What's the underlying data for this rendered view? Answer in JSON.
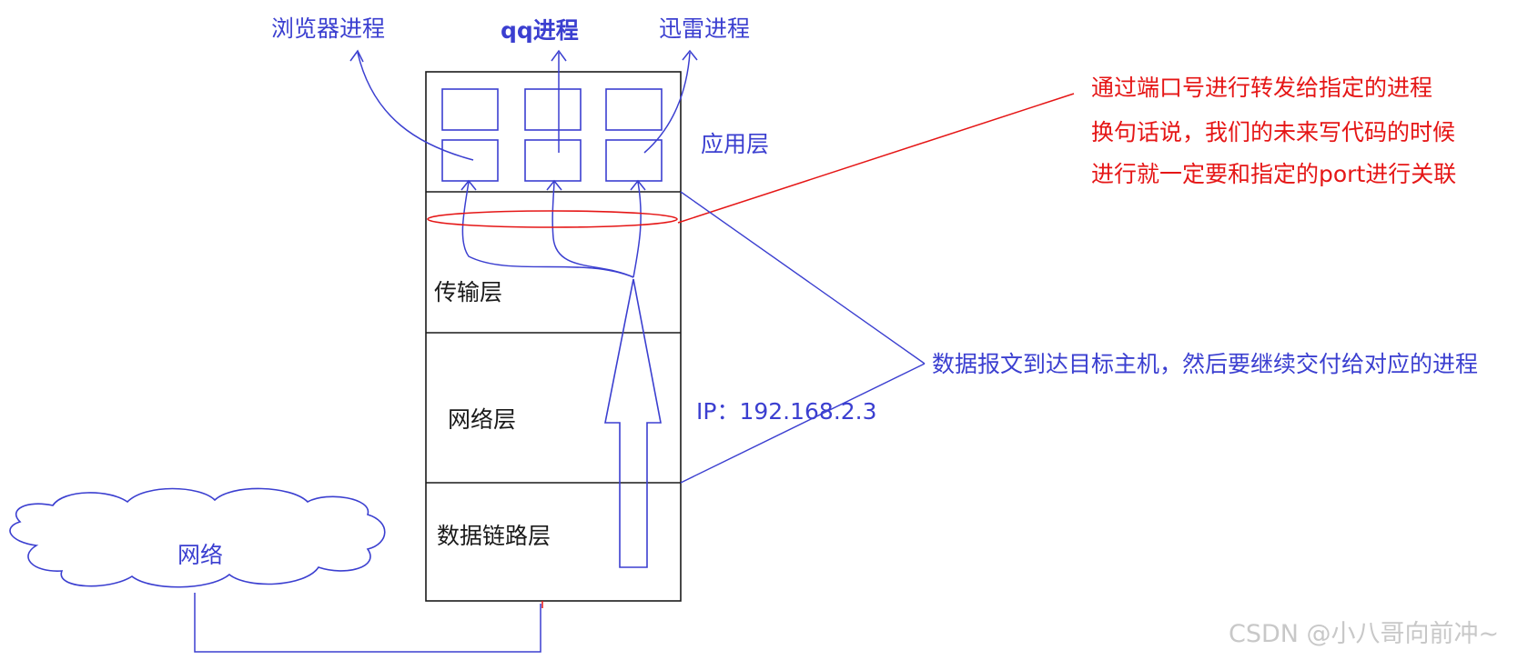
{
  "processes": [
    "浏览器进程",
    "qq进程",
    "迅雷进程"
  ],
  "layers": {
    "application": "应用层",
    "transport": "传输层",
    "network": "网络层",
    "datalink": "数据链路层"
  },
  "ip_label": "IP：192.168.2.3",
  "network_cloud": "网络",
  "note_red": [
    "通过端口号进行转发给指定的进程",
    "换句话说，我们的未来写代码的时候",
    "进行就一定要和指定的port进行关联"
  ],
  "note_blue": "数据报文到达目标主机，然后要继续交付给对应的进程",
  "watermark": "CSDN @小八哥向前冲~",
  "colors": {
    "blue": "#3b3fd0",
    "red": "#e51616",
    "black": "#1a1a1a"
  }
}
